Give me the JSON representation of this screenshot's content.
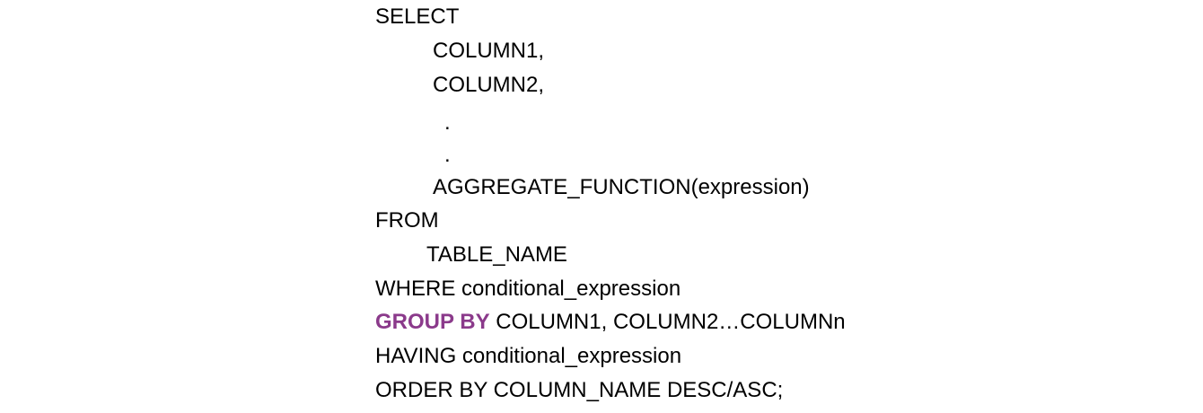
{
  "sql": {
    "select": "SELECT",
    "column1": "COLUMN1,",
    "column2": "COLUMN2,",
    "dot1": ".",
    "dot2": ".",
    "aggregate": "AGGREGATE_FUNCTION(expression)",
    "from": "FROM",
    "table_name": "TABLE_NAME",
    "where": "WHERE conditional_expression",
    "group_by_keyword": "GROUP BY",
    "group_by_columns": " COLUMN1, COLUMN2…COLUMNn",
    "having": "HAVING conditional_expression",
    "order_by": "ORDER BY COLUMN_NAME DESC/ASC;"
  },
  "colors": {
    "highlight": "#8B3A8B",
    "text": "#000000"
  }
}
